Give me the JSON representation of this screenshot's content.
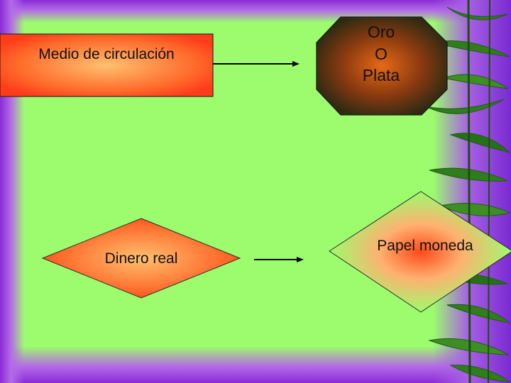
{
  "colors": {
    "background": "#9dfc6e",
    "frame": "#8a2bd6",
    "shape_edge": "#ff3b1a",
    "shape_center": "#ffb060",
    "octagon_edge": "#3a2a10",
    "octagon_center": "#d85a10"
  },
  "icons": {
    "decoration": "bamboo-leaves-icon",
    "arrow": "arrow-right-icon"
  },
  "nodes": {
    "medio": "Medio de circulación",
    "oro_lines": [
      "Oro",
      "O",
      "Plata"
    ],
    "dinero": "Dinero real",
    "papel": "Papel moneda"
  }
}
